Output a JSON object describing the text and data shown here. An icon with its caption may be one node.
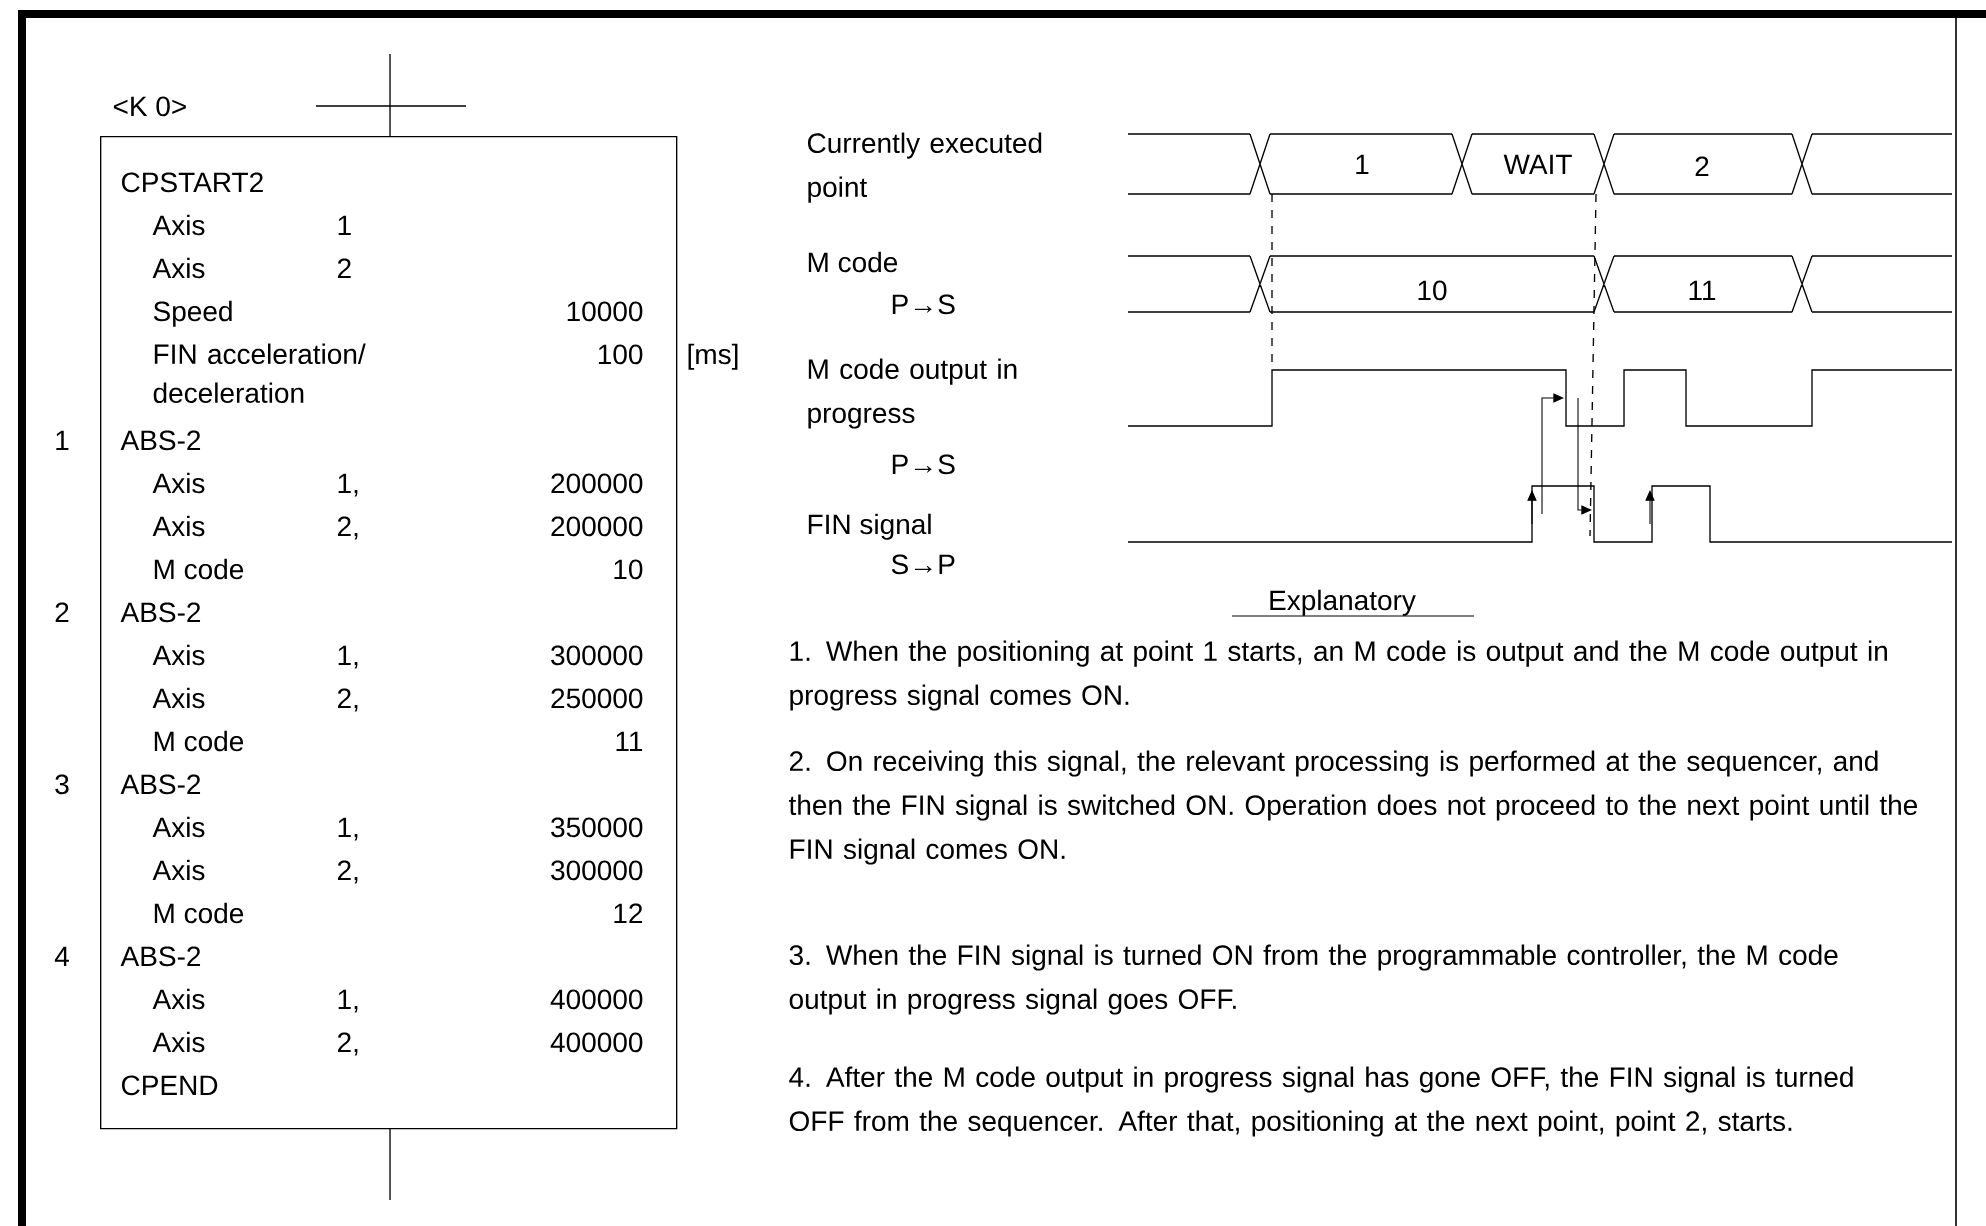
{
  "diagram": {
    "nodes": [
      {
        "text": [
          "CPSTART2",
          "Axis",
          "1",
          "Axis",
          "2",
          "Speed",
          "10000",
          "FIN acceleration/ deceleration",
          "100",
          "ABS-2",
          "Axis",
          "1,",
          "200000",
          "Axis",
          "2,",
          "200000",
          "M code",
          "10",
          "ABS-2",
          "Axis",
          "1,",
          "300000",
          "Axis",
          "2,",
          "250000",
          "M code",
          "11",
          "ABS-2",
          "Axis",
          "1,",
          "350000",
          "Axis",
          "2,",
          "300000",
          "M code",
          "12",
          "ABS-2",
          "Axis",
          "1,",
          "400000",
          "Axis",
          "2,",
          "400000",
          "CPEND"
        ]
      }
    ],
    "labels": [
      "<K 0>",
      "[ms]",
      "1",
      "2",
      "3",
      "4",
      "Currently executed point",
      "1",
      "WAIT",
      "2",
      "M code",
      "P→S",
      "10",
      "11",
      "M code output in progress",
      "P→S",
      "FIN signal",
      "S→P",
      "Explanatory",
      "1. When the positioning at point 1 starts, an M code is output and the M code output in progress signal comes ON.",
      "2. On receiving this signal, the relevant processing is performed at the sequencer, and then the FIN signal is switched ON. Operation does not proceed to the next point until the FIN signal comes ON.",
      "3. When the FIN signal is turned ON from the programmable controller, the M code output in progress signal goes OFF.",
      "4. After the M code output in progress signal has gone OFF, the FIN signal is turned OFF from the sequencer. After that, positioning at the next point, point 2, starts."
    ]
  }
}
